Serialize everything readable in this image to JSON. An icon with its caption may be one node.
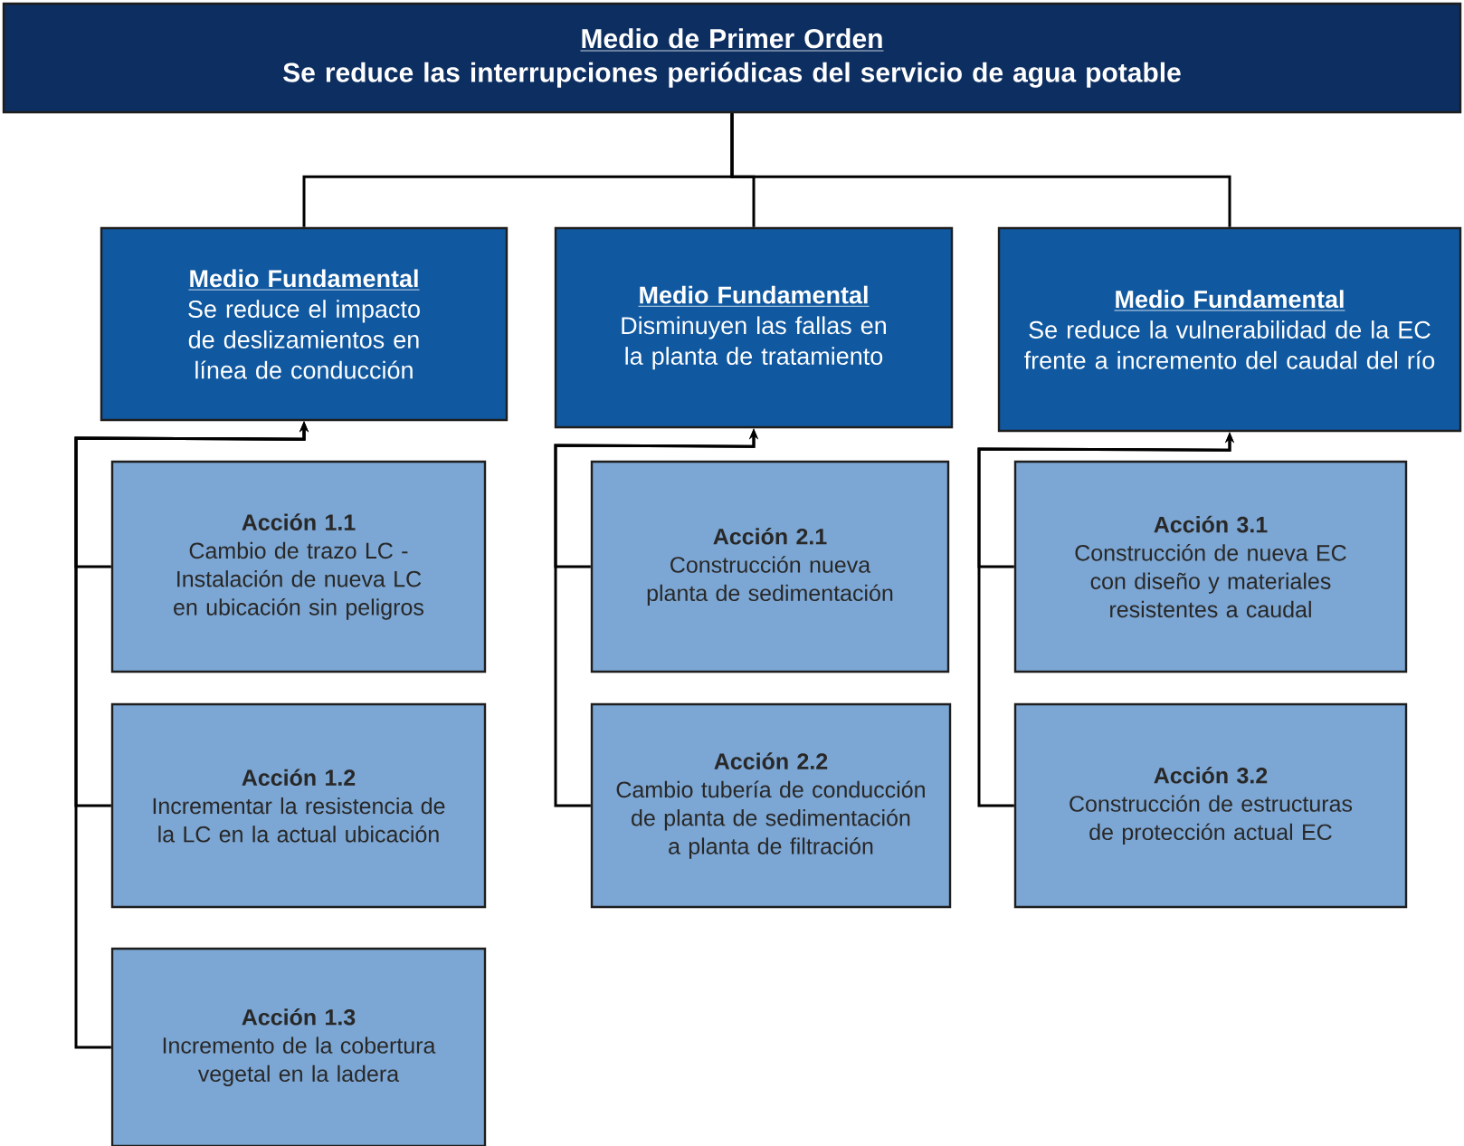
{
  "diagram": {
    "nodes": [
      {
        "text": [
          "Medio de Primer Orden",
          "Se reduce las interrupciones periódicas del servicio de agua potable"
        ]
      },
      {
        "text": [
          "Medio Fundamental",
          "Se reduce el impacto de deslizamientos en línea de conducción"
        ]
      },
      {
        "text": [
          "Medio Fundamental",
          "Disminuyen las fallas en la planta de tratamiento"
        ]
      },
      {
        "text": [
          "Medio Fundamental",
          "Se reduce la vulnerabilidad de la EC frente a incremento del caudal del río"
        ]
      },
      {
        "text": [
          "Acción 1.1",
          "Cambio de trazo LC - Instalación de nueva LC en ubicación sin peligros"
        ]
      },
      {
        "text": [
          "Acción 1.2",
          "Incrementar la resistencia de la LC en la actual ubicación"
        ]
      },
      {
        "text": [
          "Acción 1.3",
          "Incremento de la cobertura vegetal en la ladera"
        ]
      },
      {
        "text": [
          "Acción 2.1",
          "Construcción nueva planta de sedimentación"
        ]
      },
      {
        "text": [
          "Acción 2.2",
          "Cambio tubería de conducción de planta de sedimentación a planta de filtración"
        ]
      },
      {
        "text": [
          "Acción 3.1",
          "Construcción de nueva EC con diseño y materiales resistentes a caudal"
        ]
      },
      {
        "text": [
          "Acción 3.2",
          "Construcción de estructuras de protección actual EC"
        ]
      }
    ],
    "edges": [
      {
        "from": 1,
        "to": 0,
        "arrow": "none"
      },
      {
        "from": 2,
        "to": 0,
        "arrow": "none"
      },
      {
        "from": 3,
        "to": 0,
        "arrow": "none"
      },
      {
        "from": 4,
        "to": 1,
        "arrow": "to"
      },
      {
        "from": 5,
        "to": 1,
        "arrow": "to"
      },
      {
        "from": 6,
        "to": 1,
        "arrow": "to"
      },
      {
        "from": 7,
        "to": 2,
        "arrow": "to"
      },
      {
        "from": 8,
        "to": 2,
        "arrow": "to"
      },
      {
        "from": 9,
        "to": 3,
        "arrow": "to"
      },
      {
        "from": 10,
        "to": 3,
        "arrow": "to"
      }
    ]
  }
}
